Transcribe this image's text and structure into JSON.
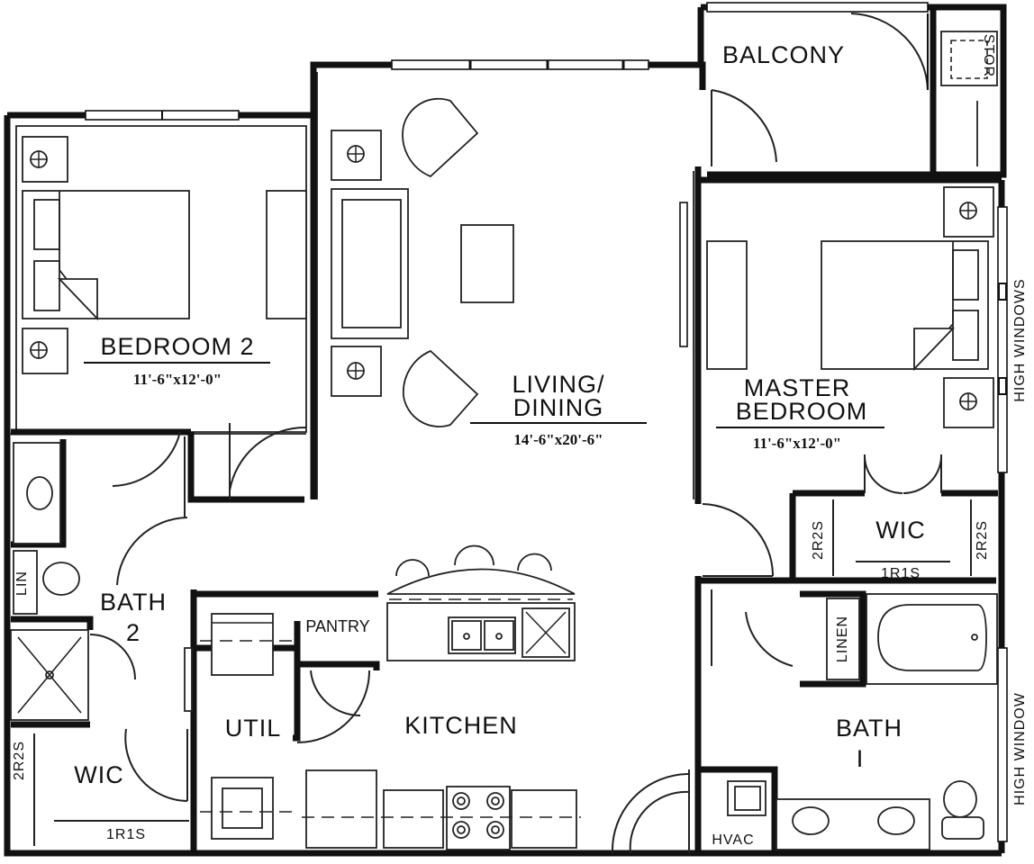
{
  "rooms": {
    "bedroom2": {
      "name": "BEDROOM 2",
      "dim": "11'-6\"x12'-0\""
    },
    "living": {
      "name1": "LIVING/",
      "name2": "DINING",
      "dim": "14'-6\"x20'-6\""
    },
    "master": {
      "name1": "MASTER",
      "name2": "BEDROOM",
      "dim": "11'-6\"x12'-0\""
    },
    "balcony": {
      "name": "BALCONY"
    },
    "stor": {
      "name": "STOR"
    },
    "bath2": {
      "name1": "BATH",
      "name2": "2"
    },
    "lin": {
      "name": "LIN"
    },
    "wic_left": {
      "name": "WIC"
    },
    "wic_right": {
      "name": "WIC"
    },
    "util": {
      "name": "UTIL"
    },
    "pantry": {
      "name": "PANTRY"
    },
    "kitchen": {
      "name": "KITCHEN"
    },
    "linen": {
      "name": "LINEN"
    },
    "bath1": {
      "name1": "BATH",
      "name2": "I"
    },
    "hvac": {
      "name": "HVAC"
    }
  },
  "shelves": {
    "r2s": "2R2S",
    "r1s": "1R1S"
  },
  "windows": {
    "high_windows": "HIGH WINDOWS",
    "high_window": "HIGH WINDOW"
  }
}
